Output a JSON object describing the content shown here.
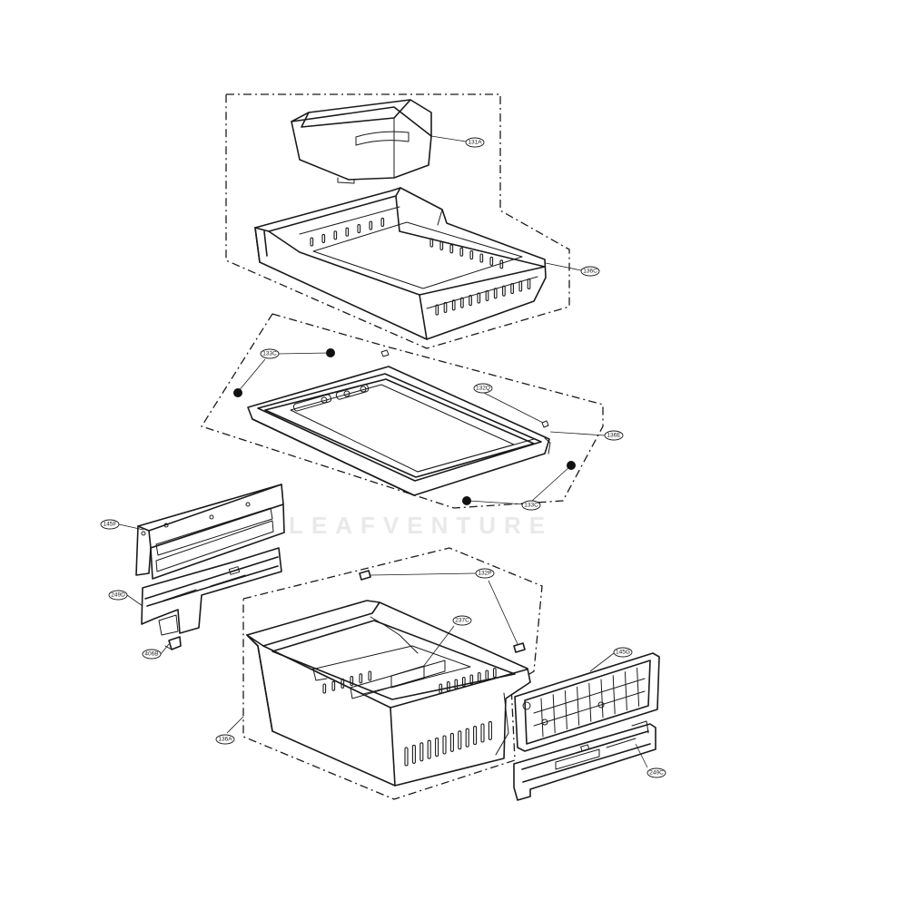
{
  "watermark": "LEAFVENTURE",
  "callouts": {
    "c131A": "131A",
    "c136C": "136C",
    "c133C_top": "133C",
    "c132Q": "132Q",
    "c136E": "136E",
    "c133C_bottom": "133C",
    "c145F": "145F",
    "c249D": "249D",
    "c406B": "406B",
    "c132P": "132P",
    "c237C": "237C",
    "c145G": "145G",
    "c136A": "136A",
    "c249C": "249C"
  }
}
